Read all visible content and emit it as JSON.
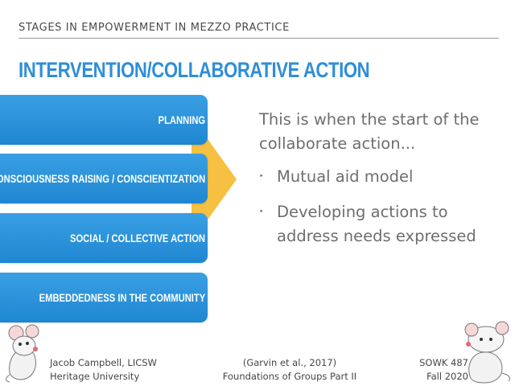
{
  "header": {
    "title": "STAGES IN EMPOWERMENT IN MEZZO PRACTICE"
  },
  "slide": {
    "title": "INTERVENTION/COLLABORATIVE ACTION",
    "stages": [
      {
        "label": "PLANNING"
      },
      {
        "label": "CONSCIOUSNESS RAISING / CONSCIENTIZATION"
      },
      {
        "label": "SOCIAL / COLLECTIVE ACTION"
      },
      {
        "label": "EMBEDDEDNESS IN THE COMMUNITY"
      }
    ],
    "intro": "This is when the start of the collaborate action...",
    "bullets": [
      {
        "text": "Mutual aid model"
      },
      {
        "text": "Developing actions to address needs expressed"
      }
    ]
  },
  "footer": {
    "author": "Jacob Campbell, LICSW",
    "institution": "Heritage University",
    "citation": "(Garvin et al., 2017)",
    "source": "Foundations of Groups Part II",
    "course": "SOWK 487",
    "term": "Fall 2020"
  },
  "colors": {
    "accent": "#2f8ed6",
    "stage_box": "#2a93dc",
    "arrow": "#f6c142"
  }
}
